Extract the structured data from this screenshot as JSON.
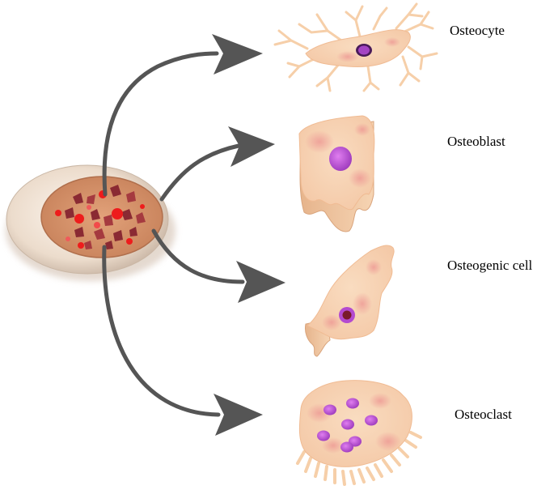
{
  "labels": {
    "osteocyte": "Osteocyte",
    "osteoblast": "Osteoblast",
    "osteogenic": "Osteogenic cell",
    "osteoclast": "Osteoclast"
  },
  "colors": {
    "arrow": "#555555",
    "cell_body": "#f7d3b4",
    "cell_blush": "#ee9f94",
    "nucleus": "#b44ad0",
    "bone_outer": "#ead8c8",
    "bone_inner": "#c98b63",
    "marrow_red": "#ee1c1c",
    "marrow_dark": "#8a2a33"
  }
}
